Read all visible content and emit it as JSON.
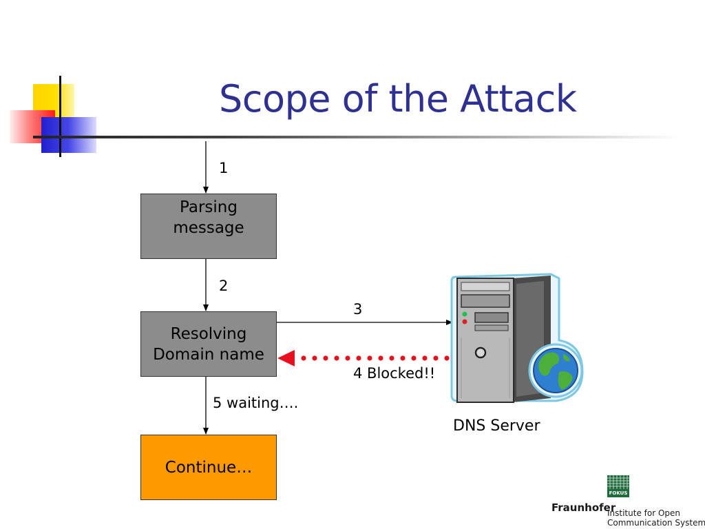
{
  "title": "Scope of the Attack",
  "boxes": {
    "parsing": [
      "Parsing",
      "message"
    ],
    "resolving": [
      "Resolving",
      "Domain name"
    ],
    "continue": "Continue…"
  },
  "labels": {
    "step1": "1",
    "step2": "2",
    "step3": "3",
    "step4": "4 Blocked!!",
    "step5": "5 waiting…."
  },
  "server_label": "DNS Server",
  "logo": {
    "fokus": "FOKUS",
    "fraunhofer": "Fraunhofer",
    "institute_line1": "Institute for Open",
    "institute_line2": "Communication Systems"
  },
  "colors": {
    "title": "#2e3192",
    "process_box": "#8c8c8c",
    "continue_box": "#ff9900",
    "blocked_arrow": "#e8101e"
  }
}
